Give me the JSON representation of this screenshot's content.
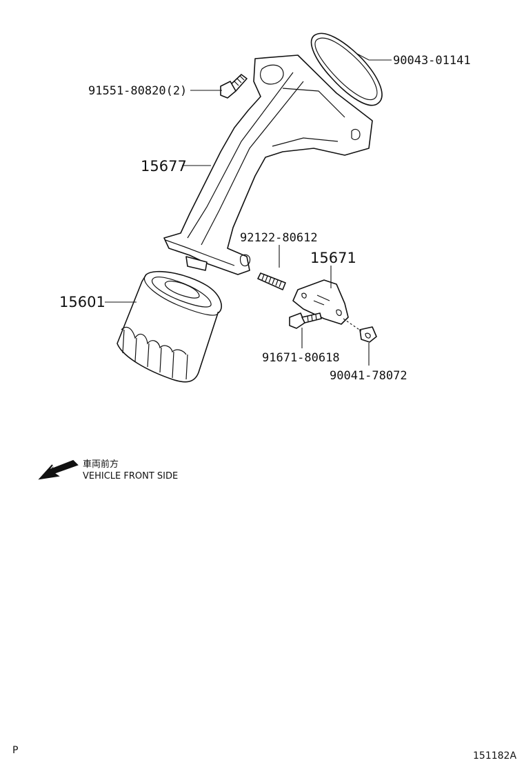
{
  "callouts": {
    "gasket": "90043-01141",
    "bolt_top": "91551-80820(2)",
    "bracket": "15677",
    "stud": "92122-80612",
    "plate": "15671",
    "oil_filter": "15601",
    "bolt_small": "91671-80618",
    "nut": "90041-78072"
  },
  "direction_note": {
    "line1": "車両前方",
    "line2": "VEHICLE FRONT SIDE"
  },
  "corner_left": "P",
  "corner_right": "151182A"
}
